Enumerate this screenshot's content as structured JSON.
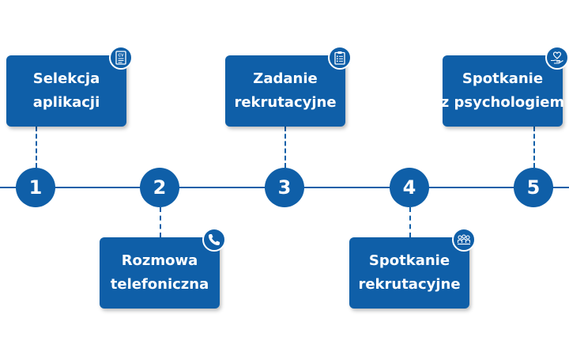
{
  "steps": [
    {
      "number": "1",
      "line1": "Selekcja",
      "line2": "aplikacji",
      "icon": "cv-document-icon"
    },
    {
      "number": "2",
      "line1": "Rozmowa",
      "line2": "telefoniczna",
      "icon": "phone-icon"
    },
    {
      "number": "3",
      "line1": "Zadanie",
      "line2": "rekrutacyjne",
      "icon": "clipboard-checklist-icon"
    },
    {
      "number": "4",
      "line1": "Spotkanie",
      "line2": "rekrutacyjne",
      "icon": "group-meeting-icon"
    },
    {
      "number": "5",
      "line1": "Spotkanie",
      "line2": "z psychologiem",
      "icon": "heart-in-hand-icon"
    }
  ],
  "colors": {
    "primary": "#0f5fa8",
    "text": "#ffffff",
    "background": "#ffffff"
  },
  "icon_labels": {
    "cv": "CV"
  }
}
